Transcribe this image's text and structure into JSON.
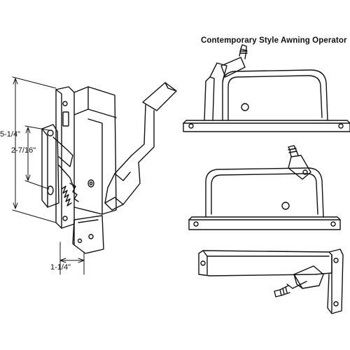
{
  "title": "Contemporary Style Awning Operator",
  "dimensions": {
    "overall_height": "5-1/4\"",
    "hole_spacing": "2-7/16\"",
    "base_width": "1-1/4\""
  },
  "views": [
    {
      "name": "front-isometric-view"
    },
    {
      "name": "side-view-top"
    },
    {
      "name": "side-view-middle"
    },
    {
      "name": "top-view-bottom"
    }
  ]
}
